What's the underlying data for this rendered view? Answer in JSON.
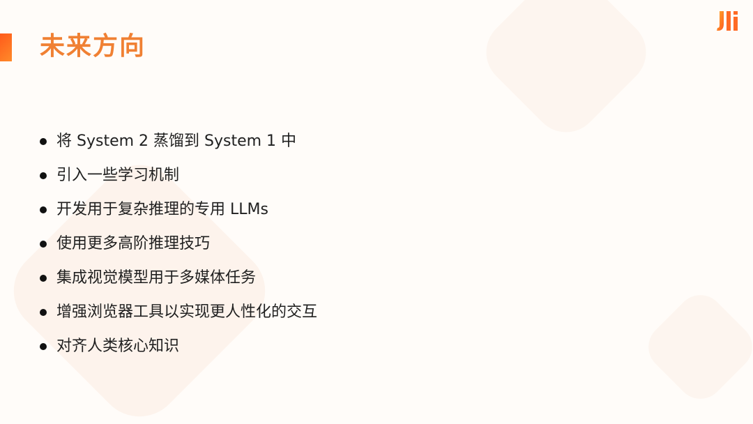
{
  "slide": {
    "title": "未来方向",
    "logo": {
      "icon": "alibaba-ali-logo-icon",
      "text": "Jli"
    },
    "colors": {
      "background": "#fffcf9",
      "title": "#f08033",
      "accent_bar_start": "#ff5a1a",
      "accent_bar_end": "#ff8a2a",
      "bullet_text": "#1f1f1f",
      "decoration": "#fdf5ef"
    },
    "bullets": [
      {
        "text": "将 System 2 蒸馏到 System 1 中"
      },
      {
        "text": "引入一些学习机制"
      },
      {
        "text": "开发用于复杂推理的专用 LLMs"
      },
      {
        "text": "使用更多高阶推理技巧"
      },
      {
        "text": "集成视觉模型用于多媒体任务"
      },
      {
        "text": "增强浏览器工具以实现更人性化的交互"
      },
      {
        "text": "对齐人类核心知识"
      }
    ]
  }
}
